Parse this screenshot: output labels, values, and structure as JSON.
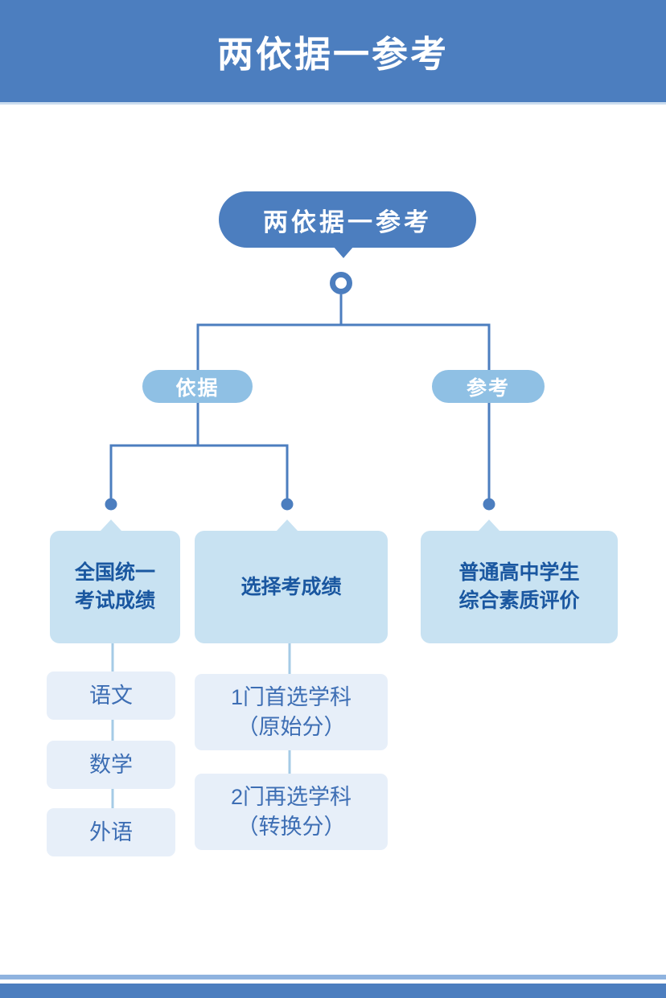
{
  "colors": {
    "primary": "#4C7EBF",
    "header-underline": "#CBDCEF",
    "pill": "#8FC0E4",
    "box": "#C8E2F2",
    "subbox": "#E7EFF9",
    "connector-light": "#A5CBE6",
    "footer-light": "#8FB3DF",
    "text-dark": "#1A57A0",
    "text-mid": "#3D6EB4"
  },
  "header": {
    "title": "两依据一参考"
  },
  "tree": {
    "root_label": "两依据一参考",
    "basis_label": "依据",
    "reference_label": "参考",
    "national_exam": {
      "line1": "全国统一",
      "line2": "考试成绩"
    },
    "subjects": [
      "语文",
      "数学",
      "外语"
    ],
    "selective_exam": {
      "line1": "选择考成绩"
    },
    "selective_items": [
      {
        "line1": "1门首选学科",
        "line2": "（原始分）"
      },
      {
        "line1": "2门再选学科",
        "line2": "（转换分）"
      }
    ],
    "evaluation": {
      "line1": "普通高中学生",
      "line2": "综合素质评价"
    }
  }
}
